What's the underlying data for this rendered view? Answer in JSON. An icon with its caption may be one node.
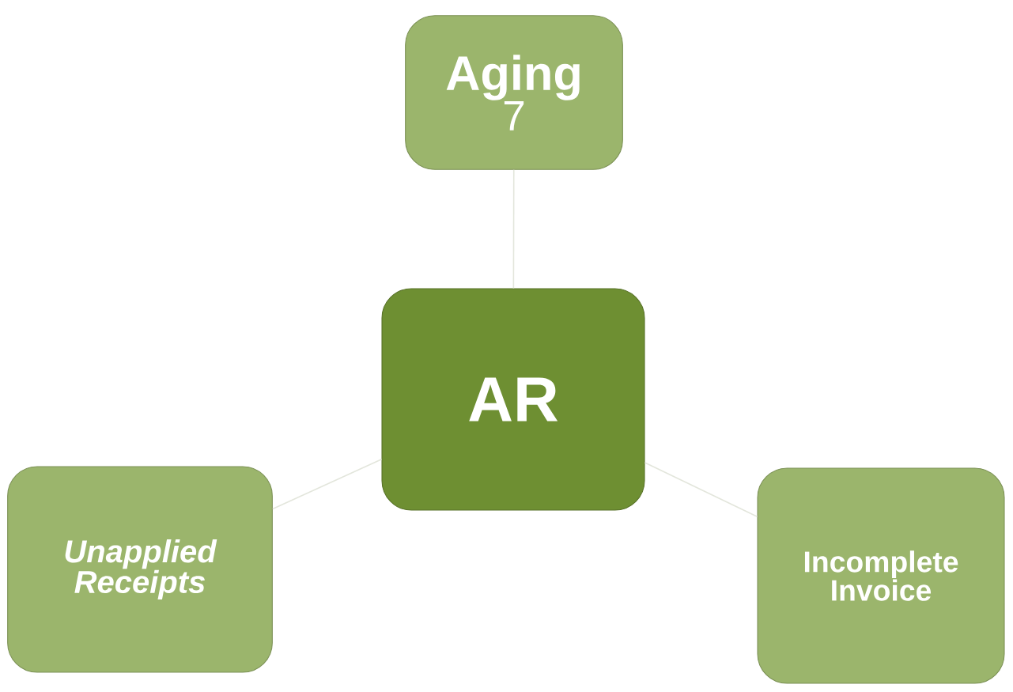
{
  "diagram": {
    "nodes": [
      {
        "text": [
          "AR"
        ]
      },
      {
        "text": [
          "Aging",
          "7"
        ]
      },
      {
        "text": [
          "Unapplied Receipts"
        ]
      },
      {
        "text": [
          "Incomplete Invoice"
        ]
      }
    ],
    "edges": [
      {
        "from": 0,
        "to": 1,
        "arrow": "none"
      },
      {
        "from": 0,
        "to": 2,
        "arrow": "none"
      },
      {
        "from": 0,
        "to": 3,
        "arrow": "none"
      }
    ]
  }
}
